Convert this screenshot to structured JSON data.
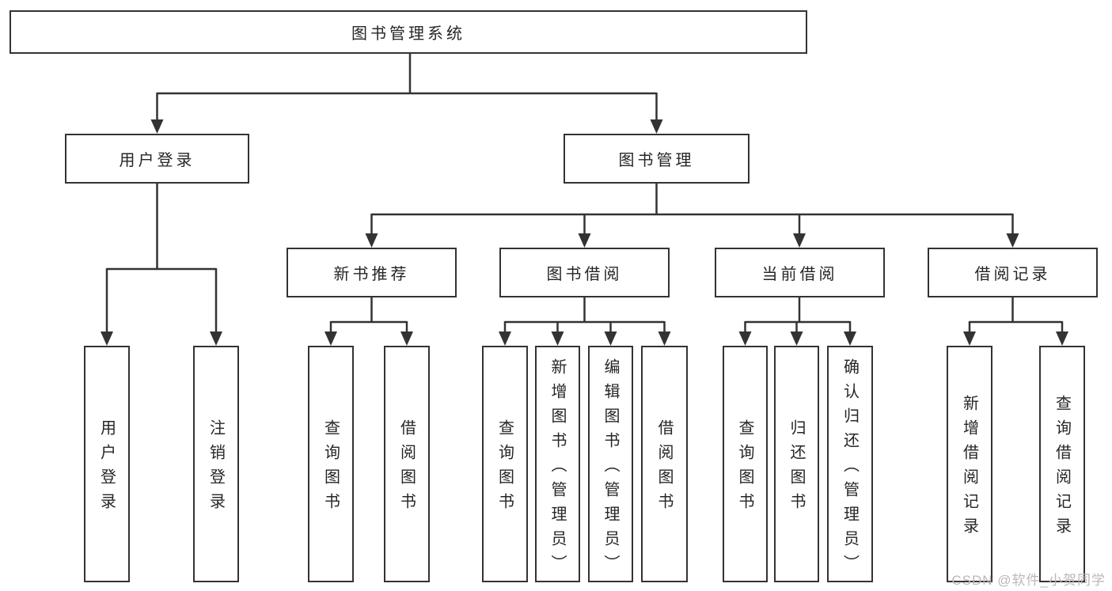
{
  "diagram": {
    "type": "hierarchy",
    "root": {
      "label": "图书管理系统"
    },
    "level2": [
      {
        "id": "user-login",
        "label": "用户登录",
        "parent": "图书管理系统"
      },
      {
        "id": "book-management",
        "label": "图书管理",
        "parent": "图书管理系统"
      }
    ],
    "level3": [
      {
        "id": "new-book-recommend",
        "label": "新书推荐",
        "parent": "图书管理"
      },
      {
        "id": "book-borrowing",
        "label": "图书借阅",
        "parent": "图书管理"
      },
      {
        "id": "current-borrowing",
        "label": "当前借阅",
        "parent": "图书管理"
      },
      {
        "id": "borrowing-records",
        "label": "借阅记录",
        "parent": "图书管理"
      }
    ],
    "leaves": [
      {
        "label": "用户登录",
        "parent": "用户登录"
      },
      {
        "label": "注销登录",
        "parent": "用户登录"
      },
      {
        "label": "查询图书",
        "parent": "新书推荐"
      },
      {
        "label": "借阅图书",
        "parent": "新书推荐"
      },
      {
        "label": "查询图书",
        "parent": "图书借阅"
      },
      {
        "label": "新增图书（管理员）",
        "parent": "图书借阅"
      },
      {
        "label": "编辑图书（管理员）",
        "parent": "图书借阅"
      },
      {
        "label": "借阅图书",
        "parent": "图书借阅"
      },
      {
        "label": "查询图书",
        "parent": "当前借阅"
      },
      {
        "label": "归还图书",
        "parent": "当前借阅"
      },
      {
        "label": "确认归还（管理员）",
        "parent": "当前借阅"
      },
      {
        "label": "新增借阅记录",
        "parent": "借阅记录"
      },
      {
        "label": "查询借阅记录",
        "parent": "借阅记录"
      }
    ]
  },
  "watermark": {
    "text": "CSDN @软件_小贺同学"
  },
  "colors": {
    "line": "#333333",
    "box_border": "#333333",
    "text": "#262626",
    "watermark": "#b8b8b8",
    "background": "#ffffff"
  }
}
